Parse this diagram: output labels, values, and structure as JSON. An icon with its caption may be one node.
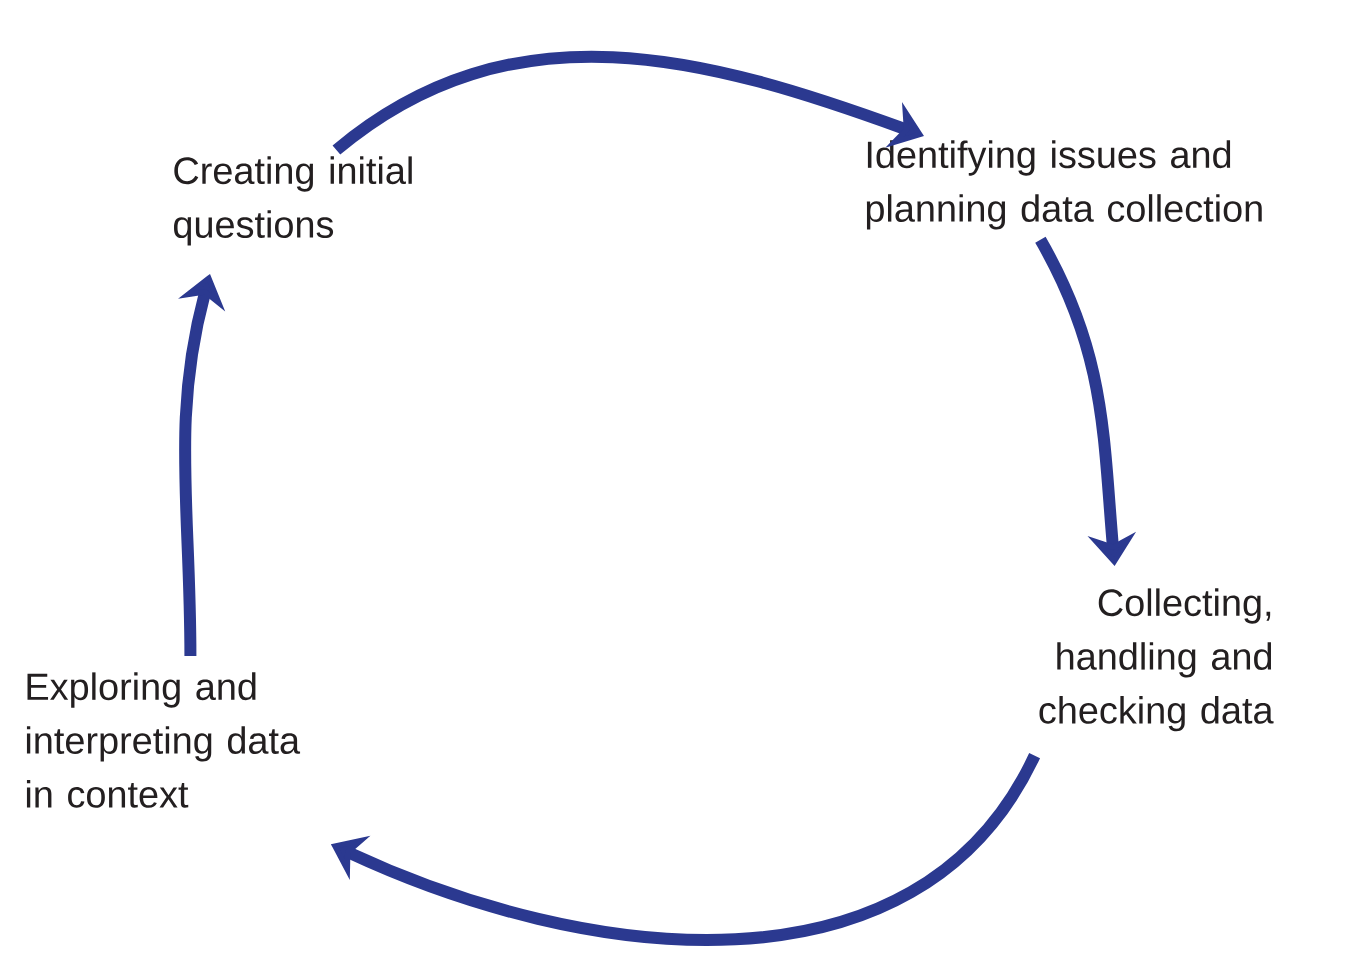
{
  "diagram": {
    "nodes": [
      {
        "text": [
          "Creating initial questions"
        ]
      },
      {
        "text": [
          "Identifying issues and planning data collection"
        ]
      },
      {
        "text": [
          "Collecting, handling and checking data"
        ]
      },
      {
        "text": [
          "Exploring and interpreting data in context"
        ]
      }
    ],
    "edges": [
      {
        "from": 0,
        "to": 1,
        "arrow": "to"
      },
      {
        "from": 1,
        "to": 2,
        "arrow": "to"
      },
      {
        "from": 2,
        "to": 3,
        "arrow": "to"
      },
      {
        "from": 3,
        "to": 0,
        "arrow": "to"
      }
    ]
  }
}
